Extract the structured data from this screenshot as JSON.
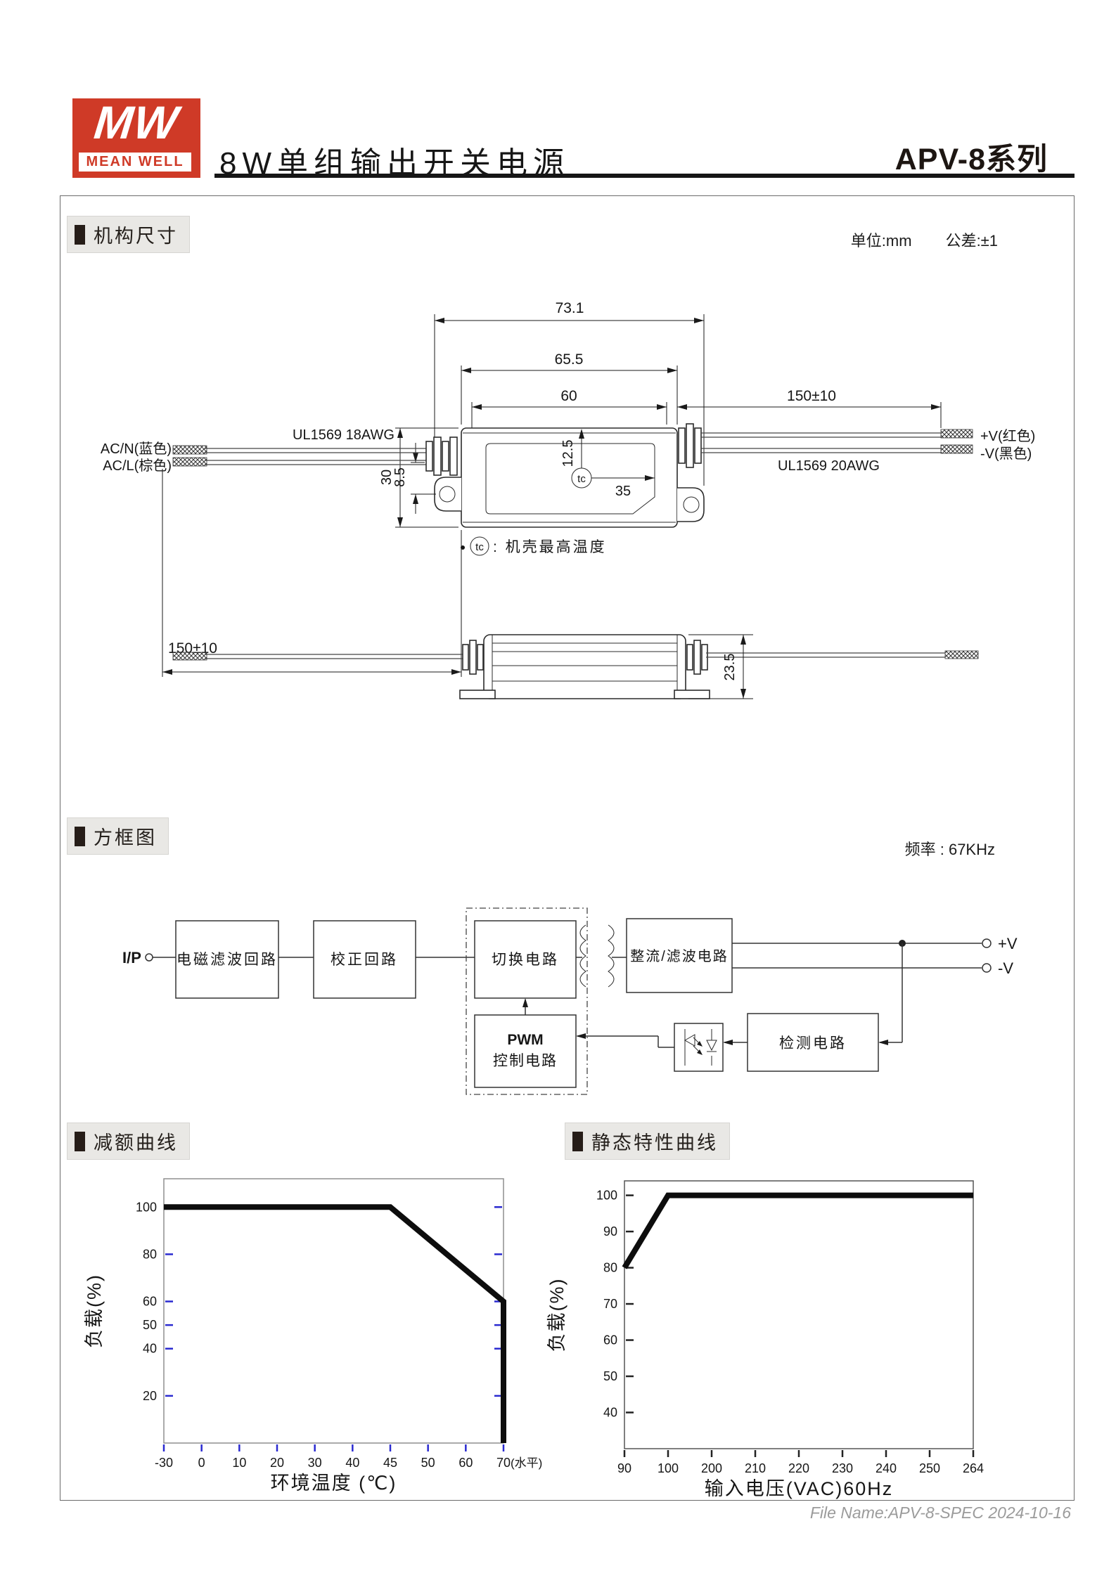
{
  "page": {
    "header": {
      "logo_text": "MW",
      "logo_brand": "MEAN WELL",
      "title": "8W单组输出开关电源",
      "series": "APV-8系列"
    },
    "footer": "File Name:APV-8-SPEC 2024-10-16"
  },
  "mechanical": {
    "section_title": "机构尺寸",
    "unit": "单位:mm",
    "tolerance": "公差:±1",
    "dims": {
      "total_width": "73.1",
      "case_width": "65.5",
      "hole_pitch": "60",
      "lead_out": "150±10",
      "lead_in": "150±10",
      "height": "30",
      "wire_offset": "8.5",
      "tc_from_top": "12.5",
      "tc_from_right": "35",
      "depth": "23.5"
    },
    "wires": {
      "ac_n": "AC/N(蓝色)",
      "ac_l": "AC/L(棕色)",
      "input_spec": "UL1569 18AWG",
      "output_spec": "UL1569 20AWG",
      "v_plus": "+V(红色)",
      "v_minus": "-V(黑色)"
    },
    "tc": {
      "symbol": "tc",
      "note": ": 机壳最高温度"
    }
  },
  "block_diagram": {
    "section_title": "方框图",
    "frequency": "频率 : 67KHz",
    "input": "I/P",
    "blocks": {
      "emi": "电磁滤波回路",
      "pfc": "校正回路",
      "switch": "切换电路",
      "pwm_line1": "PWM",
      "pwm_line2": "控制电路",
      "rectifier": "整流/滤波电路",
      "detect": "检测电路"
    },
    "outputs": {
      "v_plus": "+V",
      "v_minus": "-V"
    }
  },
  "charts": {
    "derating_title": "减额曲线",
    "static_title": "静态特性曲线"
  },
  "chart_data": [
    {
      "type": "line",
      "name": "derating-curve",
      "title": "减额曲线",
      "xlabel": "环境温度 (℃)",
      "ylabel": "负载(%)",
      "x_ticks": [
        -30,
        0,
        10,
        20,
        30,
        40,
        45,
        50,
        60,
        70
      ],
      "x_suffix": "(水平)",
      "y_ticks": [
        20,
        40,
        50,
        60,
        80,
        100
      ],
      "ylim": [
        0,
        112
      ],
      "grid": false,
      "legend": "none",
      "accent_tick_color": "#2a2ad0",
      "series": [
        {
          "name": "负载",
          "points": [
            [
              -30,
              100
            ],
            [
              45,
              100
            ],
            [
              70,
              60
            ],
            [
              70,
              0
            ]
          ]
        }
      ]
    },
    {
      "type": "line",
      "name": "static-characteristic-curve",
      "title": "静态特性曲线",
      "xlabel": "输入电压(VAC)60Hz",
      "ylabel": "负载(%)",
      "x_ticks": [
        90,
        100,
        200,
        210,
        220,
        230,
        240,
        250,
        264
      ],
      "y_ticks": [
        40,
        50,
        60,
        70,
        80,
        90,
        100
      ],
      "ylim": [
        30,
        104
      ],
      "grid": false,
      "legend": "none",
      "accent_tick_color": "#222222",
      "series": [
        {
          "name": "负载",
          "points": [
            [
              90,
              80
            ],
            [
              100,
              100
            ],
            [
              264,
              100
            ]
          ]
        }
      ]
    }
  ],
  "colors": {
    "brand_red": "#cf3a27",
    "ink": "#111111",
    "section_bg": "#e9e8e5",
    "footer_gray": "#9b9b9b",
    "derating_tick_blue": "#2a2ad0"
  }
}
